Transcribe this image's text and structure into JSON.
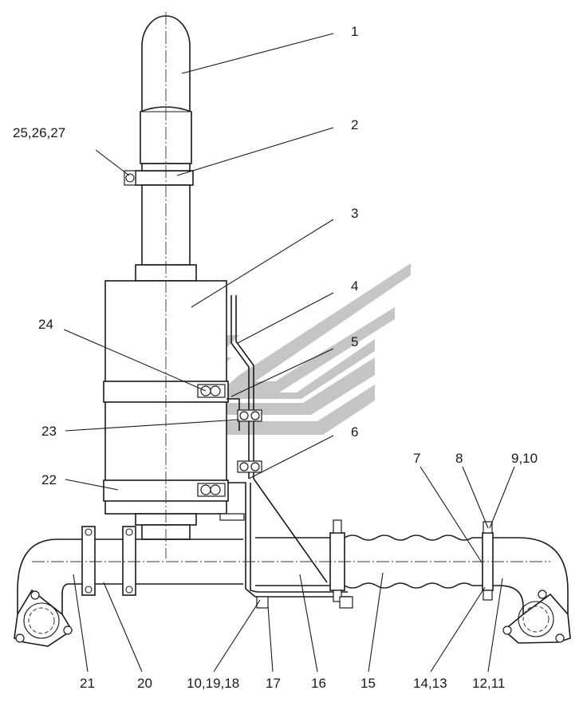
{
  "diagram": {
    "labels": [
      {
        "id": "p1",
        "text": "1"
      },
      {
        "id": "p2",
        "text": "2"
      },
      {
        "id": "p3",
        "text": "3"
      },
      {
        "id": "p4",
        "text": "4"
      },
      {
        "id": "p5",
        "text": "5"
      },
      {
        "id": "p6",
        "text": "6"
      },
      {
        "id": "p7",
        "text": "7"
      },
      {
        "id": "p8",
        "text": "8"
      },
      {
        "id": "p9",
        "text": "9,10"
      },
      {
        "id": "p25",
        "text": "25,26,27"
      },
      {
        "id": "p24",
        "text": "24"
      },
      {
        "id": "p23",
        "text": "23"
      },
      {
        "id": "p22",
        "text": "22"
      },
      {
        "id": "p21",
        "text": "21"
      },
      {
        "id": "p20",
        "text": "20"
      },
      {
        "id": "p10",
        "text": "10,19,18"
      },
      {
        "id": "p17",
        "text": "17"
      },
      {
        "id": "p16",
        "text": "16"
      },
      {
        "id": "p15",
        "text": "15"
      },
      {
        "id": "p14",
        "text": "14,13"
      },
      {
        "id": "p12",
        "text": "12,11"
      }
    ],
    "watermark_color": "#bcbcbc",
    "line_color": "#1a1a1a"
  }
}
